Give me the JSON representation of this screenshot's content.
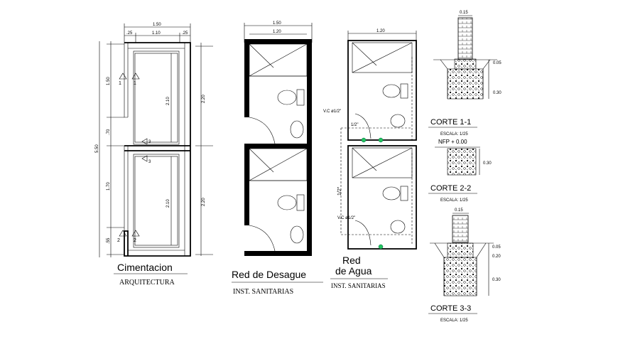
{
  "cimentacion": {
    "title": "Cimentacion",
    "subtitle": "ARQUITECTURA",
    "dims": {
      "top_total": "1.50",
      "top_left": ".25",
      "top_inner": "1.10",
      "top_right": ".25",
      "left_total": "5.50",
      "left_a": "1.50",
      "left_b": ".70",
      "left_c": "1.70",
      "left_d": ".55",
      "inner_upper": "2.10",
      "inner_lower": "2.10",
      "right_upper": "2.20",
      "right_lower": "2.20"
    },
    "section_marks": [
      "1",
      "1",
      "2",
      "2",
      "3",
      "3"
    ]
  },
  "desague": {
    "title": "Red de Desague",
    "subtitle": "INST. SANITARIAS",
    "dims": {
      "top_total": "1.50",
      "top_inner": "1.20"
    }
  },
  "agua": {
    "title_line1": "Red",
    "title_line2": "de Agua",
    "subtitle": "INST. SANITARIAS",
    "dims": {
      "top_inner": "1.20"
    },
    "labels": {
      "vc_upper": "V.C  ø1/2\"",
      "vc_lower": "V.C  ø1/2\"",
      "pipe": "1/2\"",
      "riser": "1/2\""
    }
  },
  "sections": {
    "corte1": {
      "title": "CORTE 1-1",
      "scale": "ESCALA: 1/25",
      "top_dim": "0.15",
      "dim_a": "0.05",
      "dim_b": "0.30"
    },
    "corte2": {
      "title": "CORTE 2-2",
      "scale": "ESCALA: 1/25",
      "nfp": "NFP + 0.00",
      "dim_a": "0.30"
    },
    "corte3": {
      "title": "CORTE 3-3",
      "scale": "ESCALA: 1/25",
      "top_dim": "0.15",
      "dim_a": "0.05",
      "dim_b": "0.20",
      "dim_c": "0.30"
    }
  }
}
